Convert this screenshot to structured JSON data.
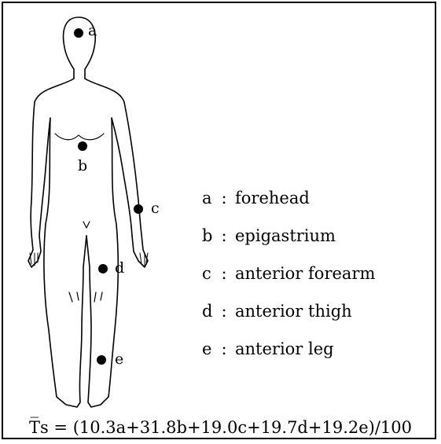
{
  "sites": [
    {
      "key": "a",
      "name": "forehead"
    },
    {
      "key": "b",
      "name": "epigastrium"
    },
    {
      "key": "c",
      "name": "anterior forearm"
    },
    {
      "key": "d",
      "name": "anterior thigh"
    },
    {
      "key": "e",
      "name": "anterior leg"
    }
  ],
  "separator": ":",
  "formula": "T̅s = (10.3a+31.8b+19.0c+19.7d+19.2e)/100"
}
